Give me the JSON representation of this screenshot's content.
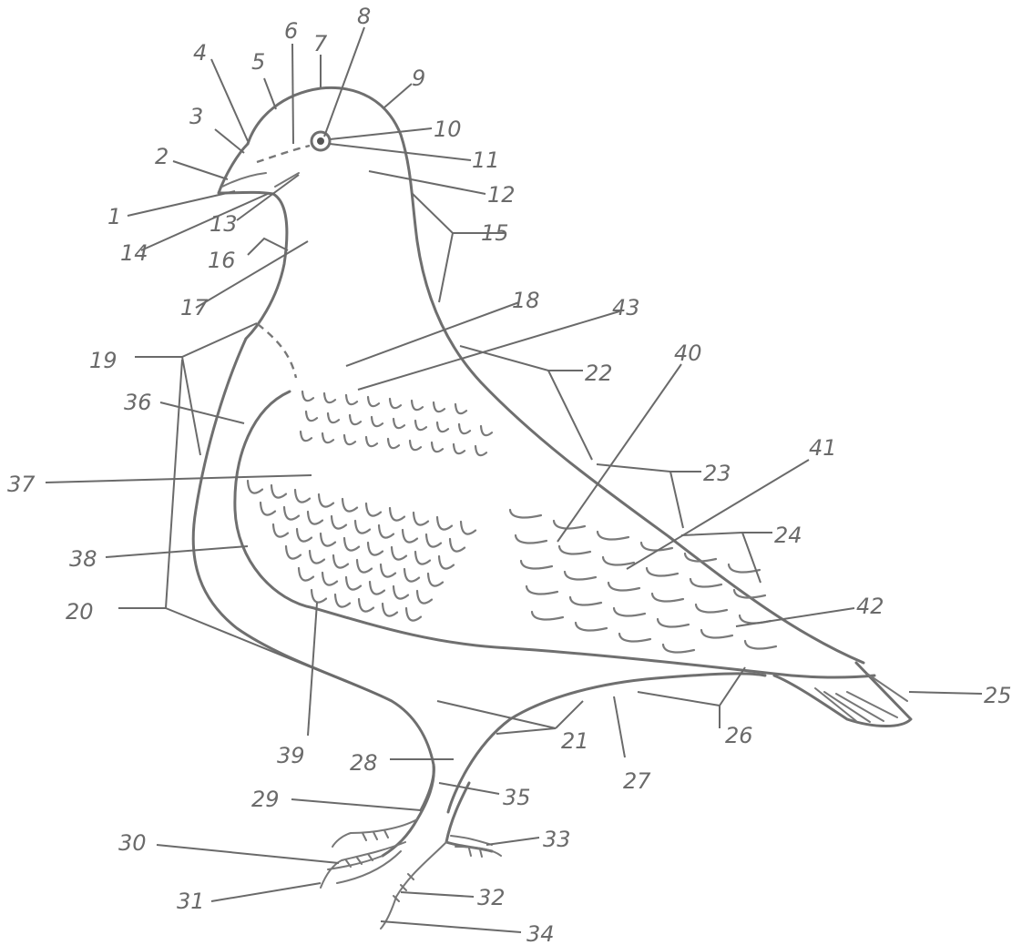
{
  "diagram": {
    "labels": [
      "1",
      "2",
      "3",
      "4",
      "5",
      "6",
      "7",
      "8",
      "9",
      "10",
      "11",
      "12",
      "13",
      "14",
      "15",
      "16",
      "17",
      "18",
      "19",
      "20",
      "21",
      "22",
      "23",
      "24",
      "25",
      "26",
      "27",
      "28",
      "29",
      "30",
      "31",
      "32",
      "33",
      "34",
      "35",
      "36",
      "37",
      "38",
      "39",
      "40",
      "41",
      "42",
      "43"
    ]
  }
}
